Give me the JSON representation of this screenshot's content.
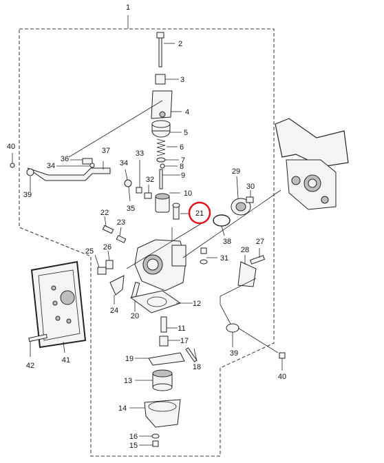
{
  "diagram": {
    "highlight_color": "#e0141e",
    "highlighted_label": "21",
    "callouts": [
      {
        "id": "1",
        "label": "1"
      },
      {
        "id": "2",
        "label": "2"
      },
      {
        "id": "3",
        "label": "3"
      },
      {
        "id": "4",
        "label": "4"
      },
      {
        "id": "5",
        "label": "5"
      },
      {
        "id": "6",
        "label": "6"
      },
      {
        "id": "7",
        "label": "7"
      },
      {
        "id": "8",
        "label": "8"
      },
      {
        "id": "9",
        "label": "9"
      },
      {
        "id": "10",
        "label": "10"
      },
      {
        "id": "11",
        "label": "11"
      },
      {
        "id": "12",
        "label": "12"
      },
      {
        "id": "13",
        "label": "13"
      },
      {
        "id": "14",
        "label": "14"
      },
      {
        "id": "15",
        "label": "15"
      },
      {
        "id": "16",
        "label": "16"
      },
      {
        "id": "17",
        "label": "17"
      },
      {
        "id": "18",
        "label": "18"
      },
      {
        "id": "19",
        "label": "19"
      },
      {
        "id": "20",
        "label": "20"
      },
      {
        "id": "21",
        "label": "21"
      },
      {
        "id": "22",
        "label": "22"
      },
      {
        "id": "23",
        "label": "23"
      },
      {
        "id": "24",
        "label": "24"
      },
      {
        "id": "25",
        "label": "25"
      },
      {
        "id": "26",
        "label": "26"
      },
      {
        "id": "27",
        "label": "27"
      },
      {
        "id": "28",
        "label": "28"
      },
      {
        "id": "29",
        "label": "29"
      },
      {
        "id": "30",
        "label": "30"
      },
      {
        "id": "31",
        "label": "31"
      },
      {
        "id": "32",
        "label": "32"
      },
      {
        "id": "33",
        "label": "33"
      },
      {
        "id": "34a",
        "label": "34"
      },
      {
        "id": "34b",
        "label": "34"
      },
      {
        "id": "35",
        "label": "35"
      },
      {
        "id": "36",
        "label": "36"
      },
      {
        "id": "37",
        "label": "37"
      },
      {
        "id": "38",
        "label": "38"
      },
      {
        "id": "39a",
        "label": "39"
      },
      {
        "id": "39b",
        "label": "39"
      },
      {
        "id": "40a",
        "label": "40"
      },
      {
        "id": "40b",
        "label": "40"
      },
      {
        "id": "41",
        "label": "41"
      },
      {
        "id": "42",
        "label": "42"
      }
    ]
  }
}
